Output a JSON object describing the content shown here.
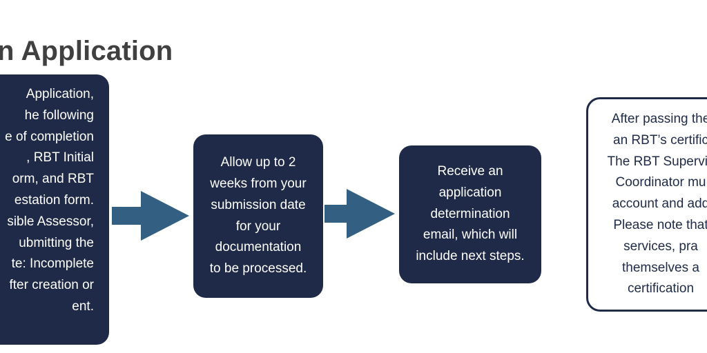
{
  "title": "n Application",
  "colors": {
    "box_fill": "#1f2a48",
    "arrow_fill": "#336082",
    "title_text": "#404040"
  },
  "steps": [
    {
      "lines": [
        "Application,",
        "he following",
        "e of completion",
        ", RBT Initial",
        "orm, and RBT",
        "estation form.",
        "sible Assessor,",
        "ubmitting the",
        "te: Incomplete",
        "fter creation or",
        "ent."
      ]
    },
    {
      "lines": [
        "Allow up to 2",
        "weeks from your",
        "submission date",
        "for your",
        "documentation",
        "to be processed."
      ]
    },
    {
      "lines": [
        "Receive an",
        "application",
        "determination",
        "email, which will",
        "include next steps."
      ]
    },
    {
      "lines": [
        "After passing the",
        "an RBT’s certific",
        "The RBT Supervis",
        "Coordinator mu",
        "account and add",
        "Please note that",
        "services, pra",
        "themselves a",
        "certification"
      ]
    }
  ]
}
